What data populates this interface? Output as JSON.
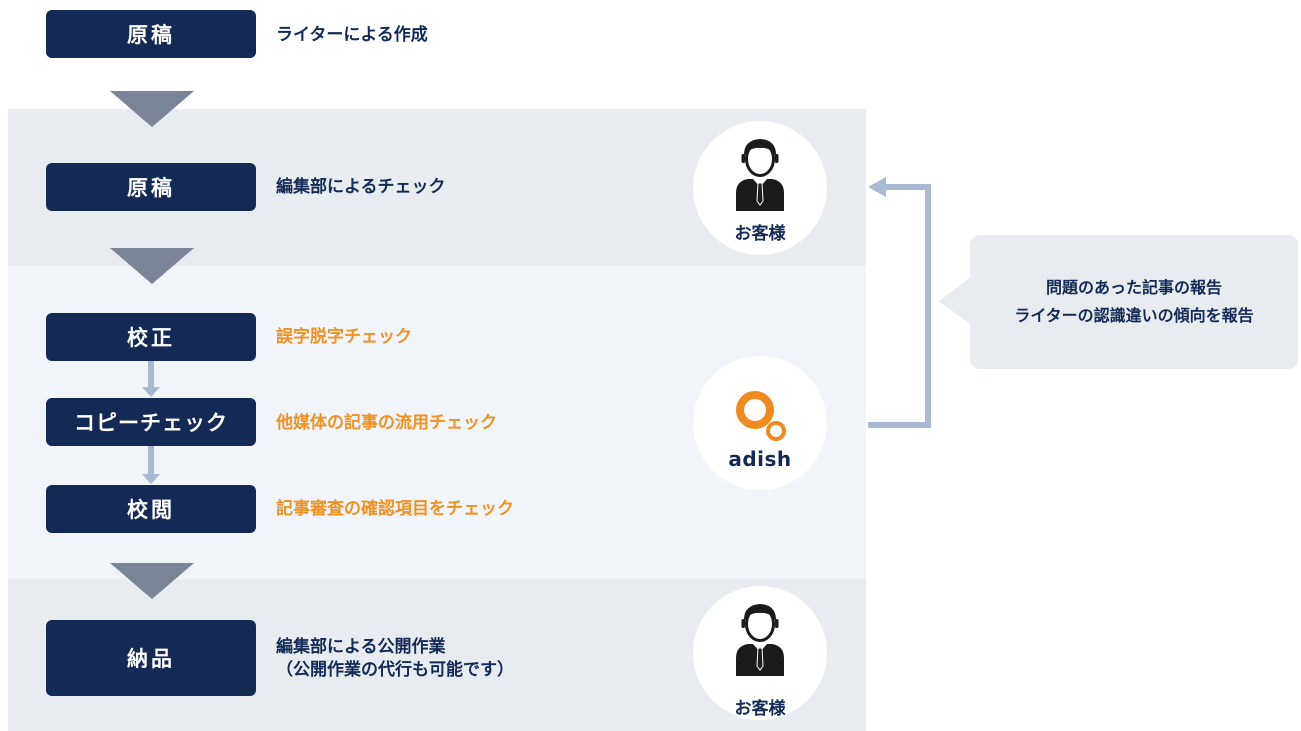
{
  "steps": {
    "draft_writer": {
      "label": "原稿",
      "description": "ライターによる作成"
    },
    "draft_editor": {
      "label": "原稿",
      "description": "編集部によるチェック"
    },
    "proofread": {
      "label": "校正",
      "description": "誤字脱字チェック"
    },
    "copy_check": {
      "label": "コピーチェック",
      "description": "他媒体の記事の流用チェック"
    },
    "review": {
      "label": "校閲",
      "description": "記事審査の確認項目をチェック"
    },
    "delivery": {
      "label": "納品",
      "description_line1": "編集部による公開作業",
      "description_line2": "（公開作業の代行も可能です）"
    }
  },
  "actors": {
    "customer_top": {
      "label": "お客様",
      "icon": "person-icon"
    },
    "adish": {
      "logo_text": "adish",
      "icon": "adish-logo-icon"
    },
    "customer_bottom": {
      "label": "お客様",
      "icon": "person-icon"
    }
  },
  "feedback": {
    "line1": "問題のあった記事の報告",
    "line2": "ライターの認識違いの傾向を報告"
  },
  "colors": {
    "step_box": "#132a55",
    "highlight_text": "#ef9222",
    "band_gray": "#e8ebf0",
    "band_light": "#f1f4f8",
    "flow_arrow": "#7a8496",
    "connector": "#a9b9d3",
    "logo_orange": "#ef8a1e"
  }
}
